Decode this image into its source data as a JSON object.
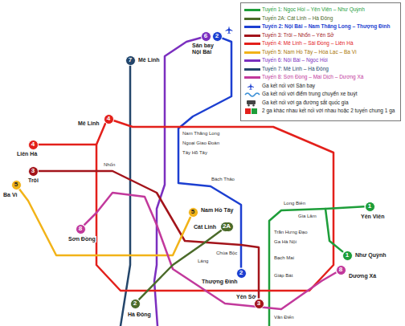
{
  "diagram": {
    "nodes": [
      {
        "text": [
          "6"
        ]
      },
      {
        "text": [
          "2"
        ]
      },
      {
        "text": [
          "7"
        ]
      },
      {
        "text": [
          "4"
        ]
      },
      {
        "text": [
          "4"
        ]
      },
      {
        "text": [
          "3"
        ]
      },
      {
        "text": [
          "5"
        ]
      },
      {
        "text": [
          "5"
        ]
      },
      {
        "text": [
          "1"
        ]
      },
      {
        "text": [
          "2A"
        ]
      },
      {
        "text": [
          "8"
        ]
      },
      {
        "text": [
          "1"
        ]
      },
      {
        "text": [
          "8"
        ]
      },
      {
        "text": [
          "2"
        ]
      },
      {
        "text": [
          "3"
        ]
      },
      {
        "text": [
          "2"
        ]
      }
    ],
    "edges": [
      {
        "from": 1,
        "to": 13,
        "arrow": "none"
      },
      {
        "from": 3,
        "to": 4,
        "arrow": "none"
      },
      {
        "from": 5,
        "to": 14,
        "arrow": "none"
      },
      {
        "from": 6,
        "to": 7,
        "arrow": "none"
      },
      {
        "from": 8,
        "to": 11,
        "arrow": "none"
      },
      {
        "from": 10,
        "to": 12,
        "arrow": "none"
      },
      {
        "from": 9,
        "to": 15,
        "arrow": "none"
      }
    ],
    "labels": [
      "Sân bay Nội Bài",
      "Mê Linh",
      "Mê Linh",
      "Liên Hà",
      "Trôi",
      "Ba Vì",
      "Nhổn",
      "Nam Thăng Long",
      "Ngoại Giao Đoàn",
      "Tây Hồ Tây",
      "Bách Thảo",
      "Long Biên",
      "Yên Viên",
      "Nam Hồ Tây",
      "Gia Lâm",
      "Cát Linh",
      "Sơn Đồng",
      "Chùa Bộc",
      "Láng",
      "Trần Hưng Đạo",
      "Ga Hà Nội",
      "Như Quỳnh",
      "Bạch Mai",
      "Dương Xá",
      "Thượng Đình",
      "Giáp Bát",
      "Yên Sở",
      "Hà Đông",
      "Văn Điển"
    ],
    "legend": [
      {
        "text": "Tuyến 1: Ngọc Hồi – Yên Viên – Như Quỳnh",
        "color": "#1e9e3a"
      },
      {
        "text": "Tuyến 2A: Cát Linh – Hà Đông",
        "color": "#4b6b2a"
      },
      {
        "text": "Tuyến 2: Nội Bài – Nam Thăng Long – Thượng Đình",
        "color": "#1c3fd1"
      },
      {
        "text": "Tuyến 3: Trôi – Nhổn – Yên Sở",
        "color": "#a3141b"
      },
      {
        "text": "Tuyến 4: Mê Linh – Sài Đồng – Liên Hà",
        "color": "#e3201b"
      },
      {
        "text": "Tuyến 5: Nam Hồ Tây – Hòa Lạc – Ba Vì",
        "color": "#f2b318"
      },
      {
        "text": "Tuyến 6: Nội Bài – Ngọc Hồi",
        "color": "#7b2fbf"
      },
      {
        "text": "Tuyến 7: Mê Linh – Hà Đông",
        "color": "#24466b"
      },
      {
        "text": "Tuyến 8: Sơn Đồng – Mai Dịch – Dương Xá",
        "color": "#c2399c"
      },
      {
        "text": "Ga kết nối với Sân bay"
      },
      {
        "text": "Ga kết nối với điểm trung chuyển xe buýt"
      },
      {
        "text": "Ga kết nối với ga đường sắt quốc gia"
      },
      {
        "text": "2 ga khác nhau kết nối với nhau hoặc 2 tuyến chung 1 ga"
      }
    ]
  }
}
